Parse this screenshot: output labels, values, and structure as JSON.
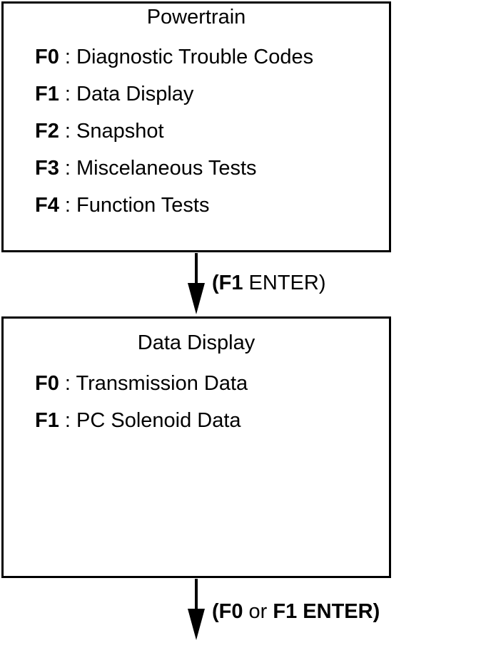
{
  "diagram": {
    "type": "menu-navigation-flow",
    "boxes": [
      {
        "id": "powertrain",
        "title": "Powertrain",
        "items": [
          {
            "key": "F0",
            "sep": " : ",
            "label": "Diagnostic Trouble Codes"
          },
          {
            "key": "F1",
            "sep": " : ",
            "label": "Data Display"
          },
          {
            "key": "F2",
            "sep": " : ",
            "label": "Snapshot"
          },
          {
            "key": "F3",
            "sep": " : ",
            "label": "Miscelaneous Tests"
          },
          {
            "key": "F4",
            "sep": " : ",
            "label": "Function Tests"
          }
        ]
      },
      {
        "id": "data-display",
        "title": "Data Display",
        "items": [
          {
            "key": "F0",
            "sep": " : ",
            "label": "Transmission Data"
          },
          {
            "key": "F1",
            "sep": " : ",
            "label": "PC Solenoid Data"
          }
        ]
      }
    ],
    "arrows": [
      {
        "id": "arrow-1",
        "label_bold": "(F1",
        "label_regular": " ENTER)",
        "label_full": "(F1 ENTER)"
      },
      {
        "id": "arrow-2",
        "label_bold": "(F0",
        "label_regular": " or ",
        "label_bold_2": "F1 ENTER)",
        "label_full": "(F0 or F1 ENTER)"
      }
    ],
    "colors": {
      "ink": "#000000",
      "paper": "#ffffff"
    }
  }
}
